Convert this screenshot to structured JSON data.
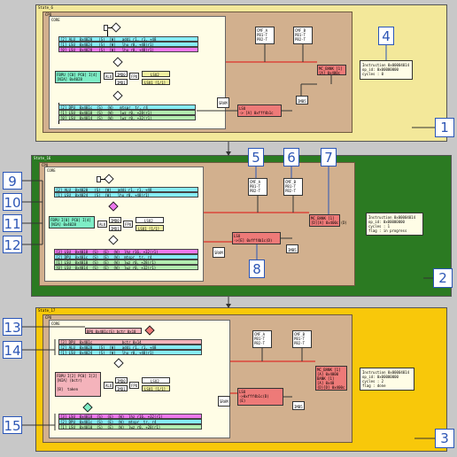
{
  "states": [
    {
      "id": "s6",
      "title": "State_6",
      "cpu_label": "CPU",
      "core_label": "CORE",
      "rows": [
        "[2] ALU  0x4020   (S)  (W)   addi r1, r1, +48",
        "[1] LSU  0x4024   (S)  (W)   lhu r0, +48(r1)",
        "[0] LSU  0x4028   (S)  (W)   lhu r0, +48(r1)"
      ],
      "fbpu": [
        "FBPU [C0] PC0] I[4]",
        "[NIA] 0x4028"
      ],
      "units": {
        "alu": "ALU",
        "imd0": "IMD0",
        "imd1": "IMD1",
        "fpu": "FPU",
        "lsu2": "LSU2",
        "lsu1": "LSU1 [1/1]"
      },
      "bottom_rows": [
        "[2] DPU  0x401c  (S)  (W)   mtspr  tr, r4",
        "[1] LSU  0x4010  (S)  (W)   lwz r0, +28(r1)",
        "[0] LSU  0x4014  (S)  (W)   lwz r0, +32(r1)"
      ],
      "cmf_a": [
        "CMF_A",
        "PB1-T",
        "PB2-T"
      ],
      "cmf_b": [
        "CMF_B",
        "PB1-T",
        "PB2-T"
      ],
      "mc_bank": [
        "MC_BANK [1]",
        "[A] 0x400c"
      ],
      "lsu_box": [
        "LSU",
        "-> [A] 0xfff4b1c"
      ],
      "sram": "SRAM",
      "imbs": "IMB5",
      "info": [
        "Instruction 0x00004014",
        "op_id: 0x00000000",
        "cycles : 0"
      ],
      "callout_right": "1",
      "callout_top": "4"
    },
    {
      "id": "s16",
      "title": "State_16",
      "cpu_label": "CPU",
      "core_label": "CORE",
      "rows": [
        "[2] ALU  0x4020   (S)  (W)   addi r1, r1, +48",
        "[1] LSU  0x4024   (S)  (W)   lhu r0, +48(r1)"
      ],
      "fbpu": [
        "FBPU I[0] PC0] I[4]",
        "[NIA] 0x4028"
      ],
      "units": {
        "alu": "ALU",
        "imd0": "IMD0",
        "imd1": "IMD1",
        "fpu": "FPU",
        "lsu2": "LSU2",
        "lsu1": "LSU1 [1/1]"
      },
      "bottom_rows": [
        "[3] LSU  0x4018  (S)  (E)  (W)  lhz r16, +32(r1)",
        "[2] DPU  0x401c  (S)  (E)  (W)  mtspr  tr, r4",
        "[1] LSU  0x4010  (S)  (E)  (W)  lwz r0, +28(r1)",
        "[0] LSU  0x4014  (S)  (E)  (W)  lwz r0, +32(r1)"
      ],
      "cmf_a": [
        "CMF_A",
        "PB1-T",
        "PB2-T"
      ],
      "cmf_b": [
        "CMF_B",
        "PB1-T",
        "PB2-T"
      ],
      "mc_bank": [
        "MC_BANK [1]",
        "[D][A] 0x400c (D)"
      ],
      "lsu_box": [
        "LSU",
        "->[E] 0xfff4b1c(D)"
      ],
      "sram": "SRAM",
      "imbs": "IMB5",
      "info": [
        "Instruction 0x00004014",
        "op_id: 0x00000000",
        "cycles : 1",
        "flag : in progress"
      ],
      "callout_right": "2",
      "callouts_top": [
        "5",
        "6",
        "7"
      ],
      "callout_lsu": "8",
      "callouts_left": [
        "9",
        "10",
        "11",
        "12"
      ]
    },
    {
      "id": "s17",
      "title": "State_17",
      "cpu_label": "CPU",
      "core_label": "CORE",
      "bpu_line": "BPU 0x401c(S) bctr 0x10",
      "rows": [
        "[3] DPU  0x401c              bctr 0x14",
        "[2] ALU  0x4020   (S)  (W)   addi r1, r1, +48",
        "[1] LSU  0x4024   (S)  (W)   lhu r0, +48(r1)"
      ],
      "fbpu": [
        "FBPU I[2] PC0] I[2]",
        "[NIA] (bctr)",
        "",
        "[B]  taken"
      ],
      "units": {
        "alu": "ALU",
        "imd0": "IMD0",
        "imd1": "IMD1",
        "fpu": "FPU",
        "lsu2": "LSU2",
        "lsu1": "LSU1 [1/1]"
      },
      "bottom_rows": [
        "[3] LSU  0x4018  (S)  (E)  (W)  lhz r16, +32(r1)",
        "[2] DPU  0x401c  (S)  (E)  (W)  mtspr  tr, r4",
        "[1] LSU  0x4010  (S)  (E)  (W)  lwz r0, +28(r1)"
      ],
      "cmf_a": [
        "CMF_A",
        "PB1-T",
        "PB2-T"
      ],
      "cmf_b": [
        "CMF_B",
        "PB1-T",
        "PB2-T"
      ],
      "mc_bank": [
        "MC_BANK [1]",
        "[A] 0x4000",
        "BANK [1]",
        "[A] 0x40",
        "(D)[D] 0x400c"
      ],
      "lsu_box": [
        "LSU",
        "->0xfff4b1c(D)",
        "(E)"
      ],
      "sram": "SRAM",
      "imbs": "IMB5",
      "info": [
        "Instruction 0x00004014",
        "op_id: 0x00000000",
        "cycles : 2",
        "flag : done"
      ],
      "callout_right": "3",
      "callouts_left": [
        "13",
        "14",
        "15"
      ]
    }
  ],
  "colors": {
    "state_a": "#f3e89a",
    "state_b": "#2b7a22",
    "state_c": "#f8c80a",
    "cpu": "#d2b08e",
    "core": "#fffde6",
    "row_cyan": "#86ecf6",
    "row_magenta": "#ee78ee",
    "row_green": "#b3ecb0",
    "row_pink": "#f4b3bb",
    "mc_red": "#ee7a78",
    "callout": "#2d56b5",
    "wire": "#e01010"
  }
}
